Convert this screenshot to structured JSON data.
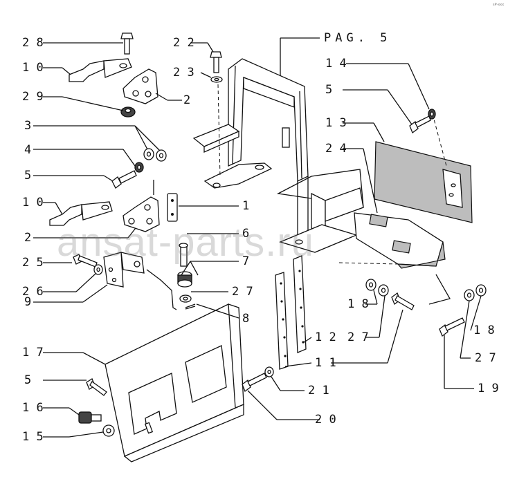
{
  "diagram": {
    "reference": "PAG. 5",
    "watermark": "ansat-parts.ru",
    "corner_code": "sP-xxx",
    "callouts": [
      {
        "id": "28-top",
        "text": "2 8"
      },
      {
        "id": "10-top",
        "text": "1 0"
      },
      {
        "id": "29",
        "text": "2 9"
      },
      {
        "id": "2-top",
        "text": "2"
      },
      {
        "id": "3",
        "text": "3"
      },
      {
        "id": "4",
        "text": "4"
      },
      {
        "id": "5-left",
        "text": "5"
      },
      {
        "id": "10-mid",
        "text": "1 0"
      },
      {
        "id": "2-mid",
        "text": "2"
      },
      {
        "id": "1",
        "text": "1"
      },
      {
        "id": "6",
        "text": "6"
      },
      {
        "id": "7",
        "text": "7"
      },
      {
        "id": "25",
        "text": "2 5"
      },
      {
        "id": "26",
        "text": "2 6"
      },
      {
        "id": "27-mid",
        "text": "2 7"
      },
      {
        "id": "9",
        "text": "9"
      },
      {
        "id": "8",
        "text": "8"
      },
      {
        "id": "22",
        "text": "2 2"
      },
      {
        "id": "23",
        "text": "2 3"
      },
      {
        "id": "14",
        "text": "1 4"
      },
      {
        "id": "5-right",
        "text": "5"
      },
      {
        "id": "13",
        "text": "1 3"
      },
      {
        "id": "24",
        "text": "2 4"
      },
      {
        "id": "18-left",
        "text": "1 8"
      },
      {
        "id": "27-right",
        "text": "2 7"
      },
      {
        "id": "18-right",
        "text": "1 8"
      },
      {
        "id": "27-far",
        "text": "2 7"
      },
      {
        "id": "19",
        "text": "1 9"
      },
      {
        "id": "12",
        "text": "1 2"
      },
      {
        "id": "11",
        "text": "1 1"
      },
      {
        "id": "21",
        "text": "2 1"
      },
      {
        "id": "20",
        "text": "2 0"
      },
      {
        "id": "17",
        "text": "1 7"
      },
      {
        "id": "5-bottom",
        "text": "5"
      },
      {
        "id": "16",
        "text": "1 6"
      },
      {
        "id": "15",
        "text": "1 5"
      }
    ]
  }
}
